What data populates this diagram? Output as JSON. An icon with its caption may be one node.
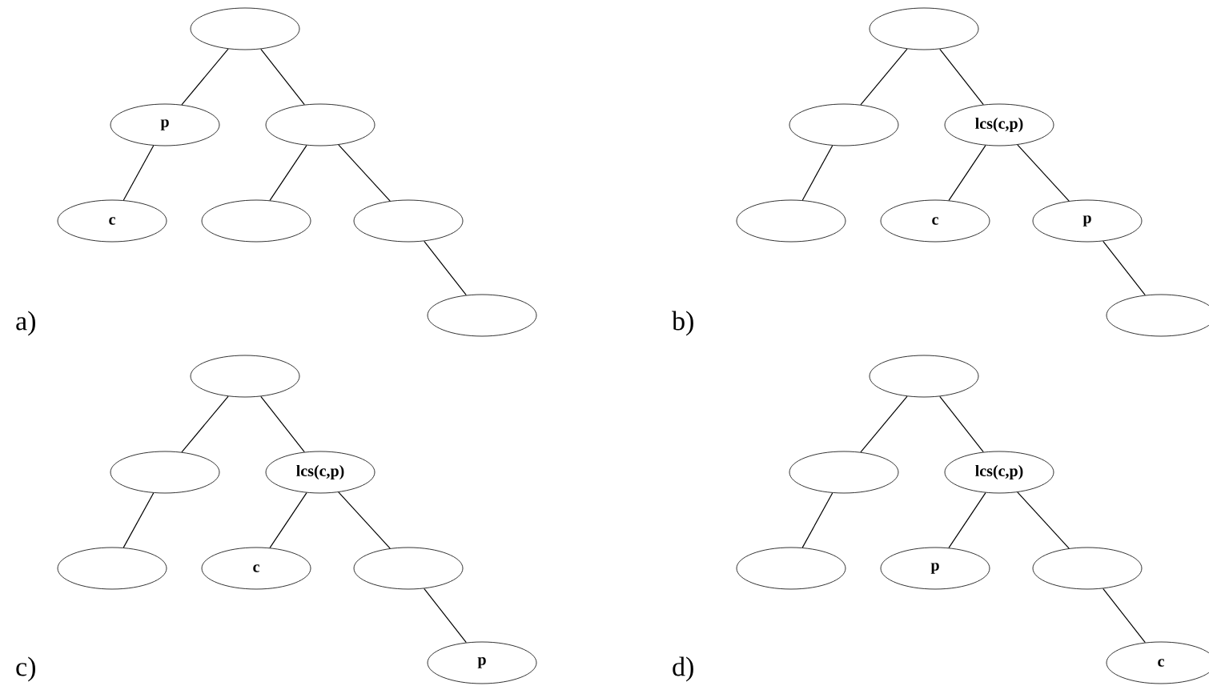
{
  "diagram": {
    "nodes": [
      {
        "text": [],
        "shape": "ellipse"
      },
      {
        "text": [
          "p"
        ]
      },
      {
        "text": [],
        "shape": "ellipse"
      },
      {
        "text": [
          "c"
        ]
      },
      {
        "text": [],
        "shape": "ellipse"
      },
      {
        "text": [],
        "shape": "ellipse"
      },
      {
        "text": [],
        "shape": "ellipse"
      },
      {
        "text": [],
        "shape": "ellipse"
      },
      {
        "text": [],
        "shape": "ellipse"
      },
      {
        "text": [
          "lcs(c,p)"
        ]
      },
      {
        "text": [],
        "shape": "ellipse"
      },
      {
        "text": [
          "c"
        ]
      },
      {
        "text": [
          "p"
        ]
      },
      {
        "text": [],
        "shape": "ellipse"
      },
      {
        "text": [],
        "shape": "ellipse"
      },
      {
        "text": [],
        "shape": "ellipse"
      },
      {
        "text": [
          "lcs(c,p)"
        ]
      },
      {
        "text": [],
        "shape": "ellipse"
      },
      {
        "text": [
          "c"
        ]
      },
      {
        "text": [],
        "shape": "ellipse"
      },
      {
        "text": [
          "p"
        ]
      },
      {
        "text": [],
        "shape": "ellipse"
      },
      {
        "text": [],
        "shape": "ellipse"
      },
      {
        "text": [
          "lcs(c,p)"
        ]
      },
      {
        "text": [],
        "shape": "ellipse"
      },
      {
        "text": [
          "p"
        ]
      },
      {
        "text": [],
        "shape": "ellipse"
      },
      {
        "text": [
          "c"
        ]
      }
    ],
    "edges": [
      {
        "from": 0,
        "to": 1,
        "arrow": "none"
      },
      {
        "from": 0,
        "to": 2,
        "arrow": "none"
      },
      {
        "from": 1,
        "to": 3,
        "arrow": "none"
      },
      {
        "from": 2,
        "to": 4,
        "arrow": "none"
      },
      {
        "from": 2,
        "to": 5,
        "arrow": "none"
      },
      {
        "from": 5,
        "to": 6,
        "arrow": "none"
      },
      {
        "from": 7,
        "to": 8,
        "arrow": "none"
      },
      {
        "from": 7,
        "to": 9,
        "arrow": "none"
      },
      {
        "from": 8,
        "to": 10,
        "arrow": "none"
      },
      {
        "from": 9,
        "to": 11,
        "arrow": "none"
      },
      {
        "from": 9,
        "to": 12,
        "arrow": "none"
      },
      {
        "from": 12,
        "to": 13,
        "arrow": "none"
      },
      {
        "from": 14,
        "to": 15,
        "arrow": "none"
      },
      {
        "from": 14,
        "to": 16,
        "arrow": "none"
      },
      {
        "from": 15,
        "to": 17,
        "arrow": "none"
      },
      {
        "from": 16,
        "to": 18,
        "arrow": "none"
      },
      {
        "from": 16,
        "to": 19,
        "arrow": "none"
      },
      {
        "from": 19,
        "to": 20,
        "arrow": "none"
      },
      {
        "from": 21,
        "to": 22,
        "arrow": "none"
      },
      {
        "from": 21,
        "to": 23,
        "arrow": "none"
      },
      {
        "from": 22,
        "to": 24,
        "arrow": "none"
      },
      {
        "from": 23,
        "to": 25,
        "arrow": "none"
      },
      {
        "from": 23,
        "to": 26,
        "arrow": "none"
      },
      {
        "from": 26,
        "to": 27,
        "arrow": "none"
      }
    ],
    "labels": [
      "a)",
      "b)",
      "c)",
      "d)"
    ]
  }
}
